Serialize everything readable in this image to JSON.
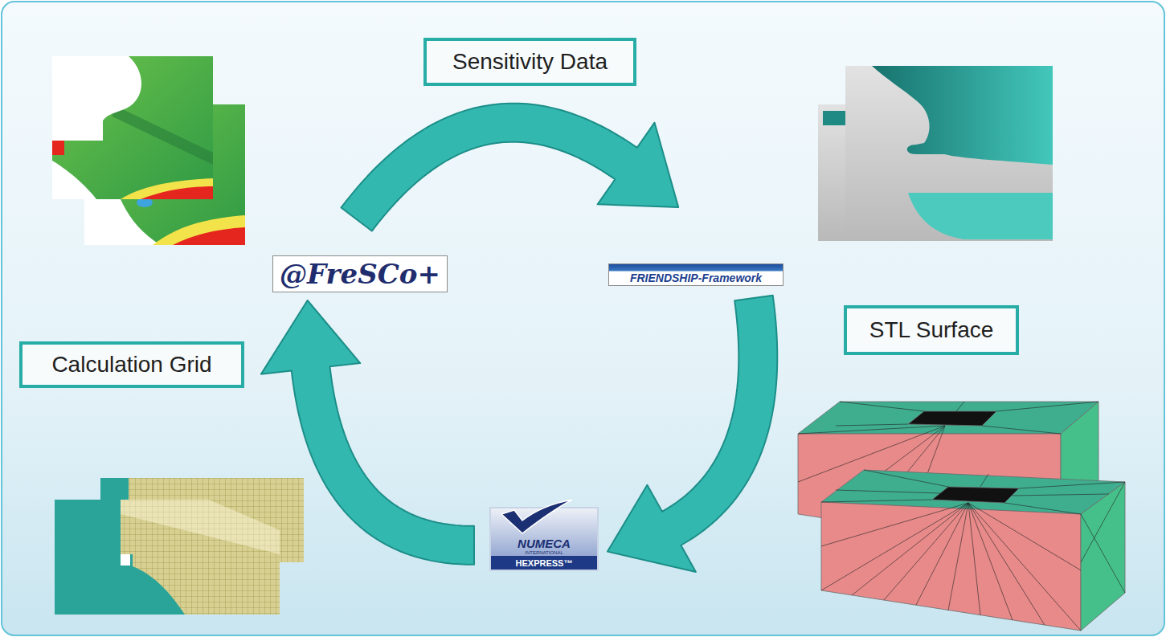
{
  "diagram": {
    "nodes": [
      {
        "text": [
          "Sensitivity Data"
        ]
      },
      {
        "text": [
          "@FreSCo+"
        ]
      },
      {
        "text": [
          "FRIENDSHIP-Framework"
        ]
      },
      {
        "text": [
          "STL Surface"
        ]
      },
      {
        "text": [
          "Calculation Grid"
        ]
      },
      {
        "text": [
          "NUMECA",
          "INTERNATIONAL",
          "HEXPRESS™"
        ]
      }
    ],
    "edges": [
      {
        "from": 1,
        "to": 2,
        "arrow": "to"
      },
      {
        "from": 2,
        "to": 5,
        "arrow": "to"
      },
      {
        "from": 5,
        "to": 1,
        "arrow": "to"
      }
    ]
  }
}
